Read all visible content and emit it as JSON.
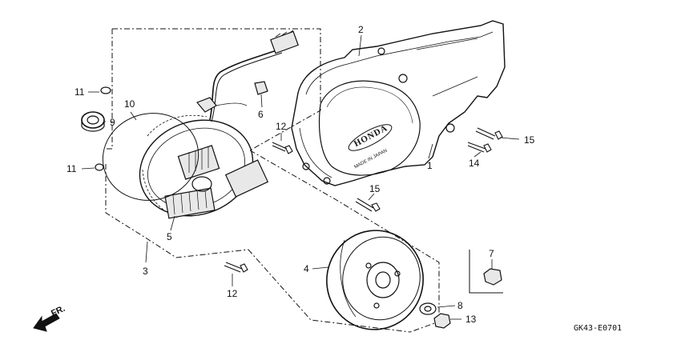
{
  "diagram": {
    "callouts": {
      "p1": "1",
      "p2": "2",
      "p3": "3",
      "p4": "4",
      "p5": "5",
      "p6": "6",
      "p7": "7",
      "p8": "8",
      "p9": "9",
      "p10": "10",
      "p11a": "11",
      "p11b": "11",
      "p12a": "12",
      "p12b": "12",
      "p13": "13",
      "p14": "14",
      "p15a": "15",
      "p15b": "15"
    },
    "cover_logo": "HONDA",
    "cover_mark": "MADE IN JAPAN",
    "direction_label": "FR.",
    "drawing_code": "GK43-E0701"
  }
}
